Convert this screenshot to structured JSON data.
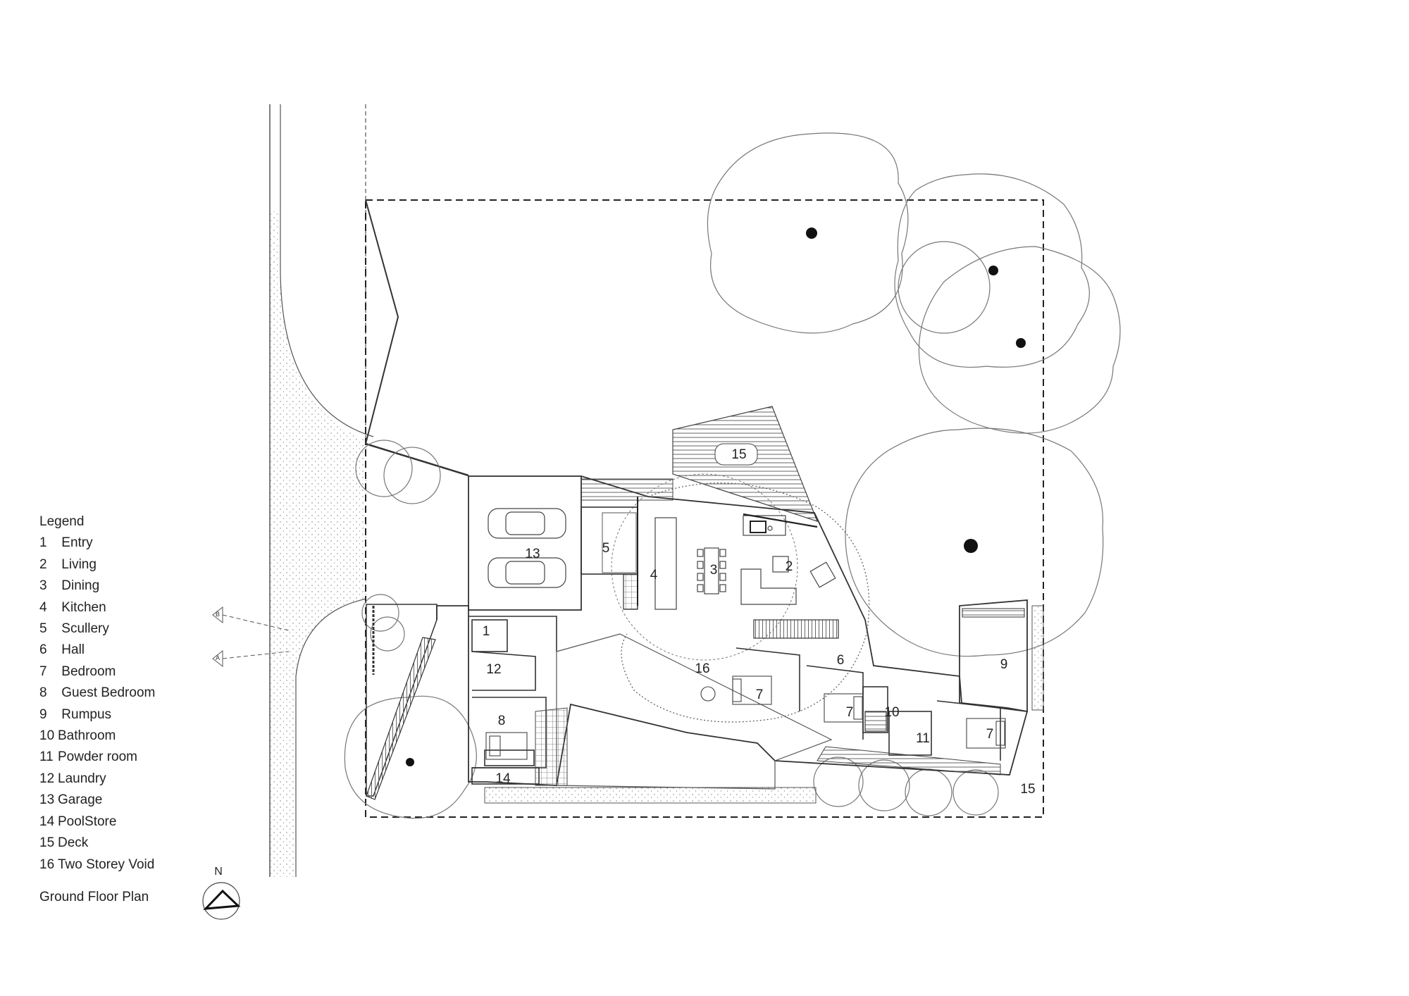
{
  "legend": {
    "title": "Legend",
    "items": [
      {
        "num": "1",
        "label": "Entry"
      },
      {
        "num": "2",
        "label": "Living"
      },
      {
        "num": "3",
        "label": "Dining"
      },
      {
        "num": "4",
        "label": "Kitchen"
      },
      {
        "num": "5",
        "label": "Scullery"
      },
      {
        "num": "6",
        "label": "Hall"
      },
      {
        "num": "7",
        "label": "Bedroom"
      },
      {
        "num": "8",
        "label": "Guest Bedroom"
      },
      {
        "num": "9",
        "label": "Rumpus"
      },
      {
        "num": "10",
        "label": "Bathroom"
      },
      {
        "num": "11",
        "label": "Powder room"
      },
      {
        "num": "12",
        "label": "Laundry"
      },
      {
        "num": "13",
        "label": "Garage"
      },
      {
        "num": "14",
        "label": "PoolStore"
      },
      {
        "num": "15",
        "label": "Deck"
      },
      {
        "num": "16",
        "label": "Two Storey Void"
      }
    ]
  },
  "plan_title": "Ground Floor Plan",
  "north_label": "N",
  "section_markers": [
    "B",
    "A"
  ],
  "room_labels": [
    "13",
    "5",
    "4",
    "3",
    "2",
    "15",
    "1",
    "12",
    "8",
    "14",
    "16",
    "7",
    "6",
    "7",
    "10",
    "11",
    "7",
    "9",
    "15"
  ],
  "colors": {
    "line": "#555555",
    "ink": "#222222",
    "tree_dot": "#111111"
  }
}
